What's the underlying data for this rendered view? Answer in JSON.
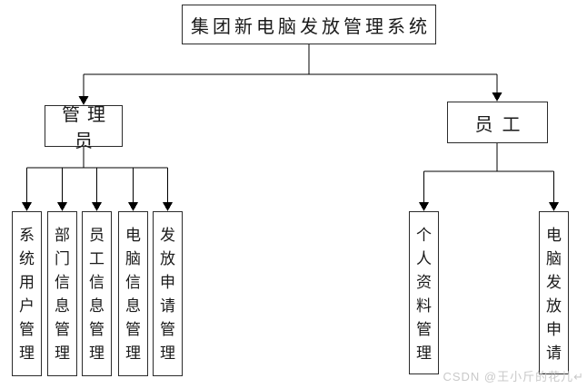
{
  "diagram": {
    "title": "集团新电脑发放管理系统",
    "branches": {
      "admin": {
        "label": "管理员",
        "children": [
          "系统用户管理",
          "部门信息管理",
          "员工信息管理",
          "电脑信息管理",
          "发放申请管理"
        ]
      },
      "employee": {
        "label": "员工",
        "children": [
          "个人资料管理",
          "电脑发放申请"
        ]
      }
    },
    "colors": {
      "background": "#ffffff",
      "line": "#000000",
      "box_border": "#2b2b2b",
      "text": "#1a1a1a",
      "watermark_text": "#c9c9c9"
    }
  },
  "watermark": "CSDN @王小斤的花儿↵"
}
